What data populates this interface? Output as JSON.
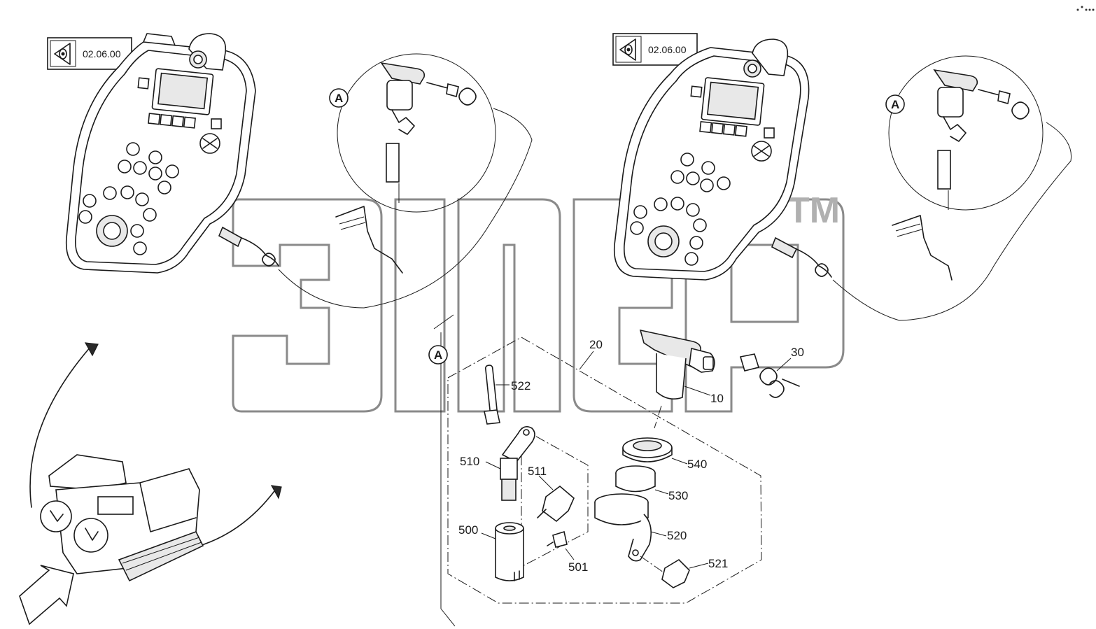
{
  "references": {
    "left": "02.06.00",
    "right": "02.06.00"
  },
  "detail_marks": {
    "left": "A",
    "right": "A",
    "detail": "A"
  },
  "parts": {
    "p10": "10",
    "p20": "20",
    "p30": "30",
    "p500": "500",
    "p501": "501",
    "p510": "510",
    "p511": "511",
    "p520": "520",
    "p521": "521",
    "p522": "522",
    "p530": "530",
    "p540": "540"
  },
  "watermark": {
    "trademark": "TM"
  },
  "icons": [
    "view-eye-icon",
    "direction-arrow-icon"
  ]
}
